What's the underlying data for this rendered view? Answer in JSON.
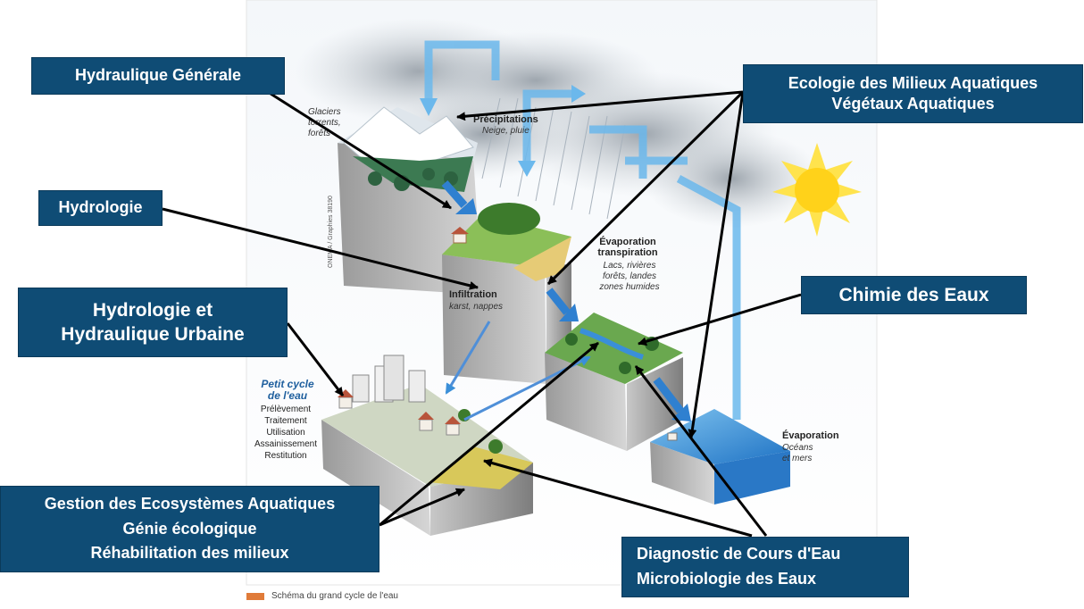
{
  "boxes": {
    "hydraulique_generale": "Hydraulique Générale",
    "hydrologie": "Hydrologie",
    "hydrologie_urbaine": [
      "Hydrologie et",
      "Hydraulique Urbaine"
    ],
    "ecologie": [
      "Ecologie des Milieux Aquatiques",
      "Végétaux Aquatiques"
    ],
    "chimie": "Chimie des Eaux",
    "gestion": [
      "Gestion des Ecosystèmes Aquatiques",
      "Génie écologique",
      "Réhabilitation des milieux"
    ],
    "diagnostic": [
      "Diagnostic de Cours d'Eau",
      "Microbiologie des Eaux"
    ]
  },
  "diagram_labels": {
    "glaciers": [
      "Glaciers",
      "torrents,",
      "forêts"
    ],
    "precipitations": "Précipitations",
    "neige_pluie": "Neige, pluie",
    "evaporation_transpiration": [
      "Évaporation",
      "transpiration"
    ],
    "lacs": [
      "Lacs, rivières",
      "forêts, landes",
      "zones humides"
    ],
    "infiltration": "Infiltration",
    "karst": "karst, nappes",
    "petit_cycle": [
      "Petit cycle",
      "de l'eau"
    ],
    "petit_cycle_steps": [
      "Prélèvement",
      "Traitement",
      "Utilisation",
      "Assainissement",
      "Restitution"
    ],
    "evaporation": "Évaporation",
    "oceans": [
      "Océans",
      "et mers"
    ],
    "credit": "ONEMA / Graphies 38190"
  },
  "caption": "Schéma du grand cycle de l'eau",
  "colors": {
    "box_fill": "#0f4c75",
    "arrow": "#000000",
    "water_arrow": "#3a8fd8",
    "legend_swatch": "#e07b39"
  }
}
